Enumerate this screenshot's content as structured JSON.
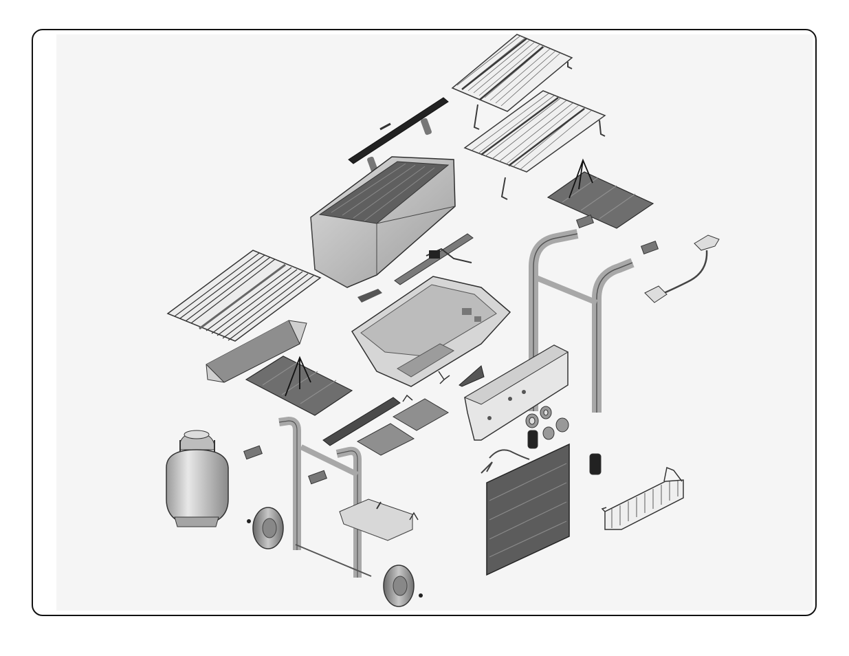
{
  "diagram": {
    "type": "exploded-parts-view",
    "colors": {
      "frame_border": "#111111",
      "background": "#ffffff",
      "panel": "#f4f4f4",
      "part_light": "#e3e3e3",
      "part_mid": "#b5b5b5",
      "part_dark": "#5e5e5e",
      "outline": "#3a3a3a"
    },
    "parts": [
      "warming-rack-upper",
      "warming-rack-lower",
      "cooking-grates",
      "lid",
      "lid-handle",
      "grill-bowl",
      "burner",
      "side-shelf-right",
      "side-shelf-left",
      "right-cart-frame",
      "left-cart-frame",
      "control-panel",
      "control-knobs",
      "regulator-hose",
      "propane-tank",
      "wheels",
      "front-door-panel",
      "storage-basket",
      "heat-deflectors",
      "tank-bracket"
    ]
  }
}
